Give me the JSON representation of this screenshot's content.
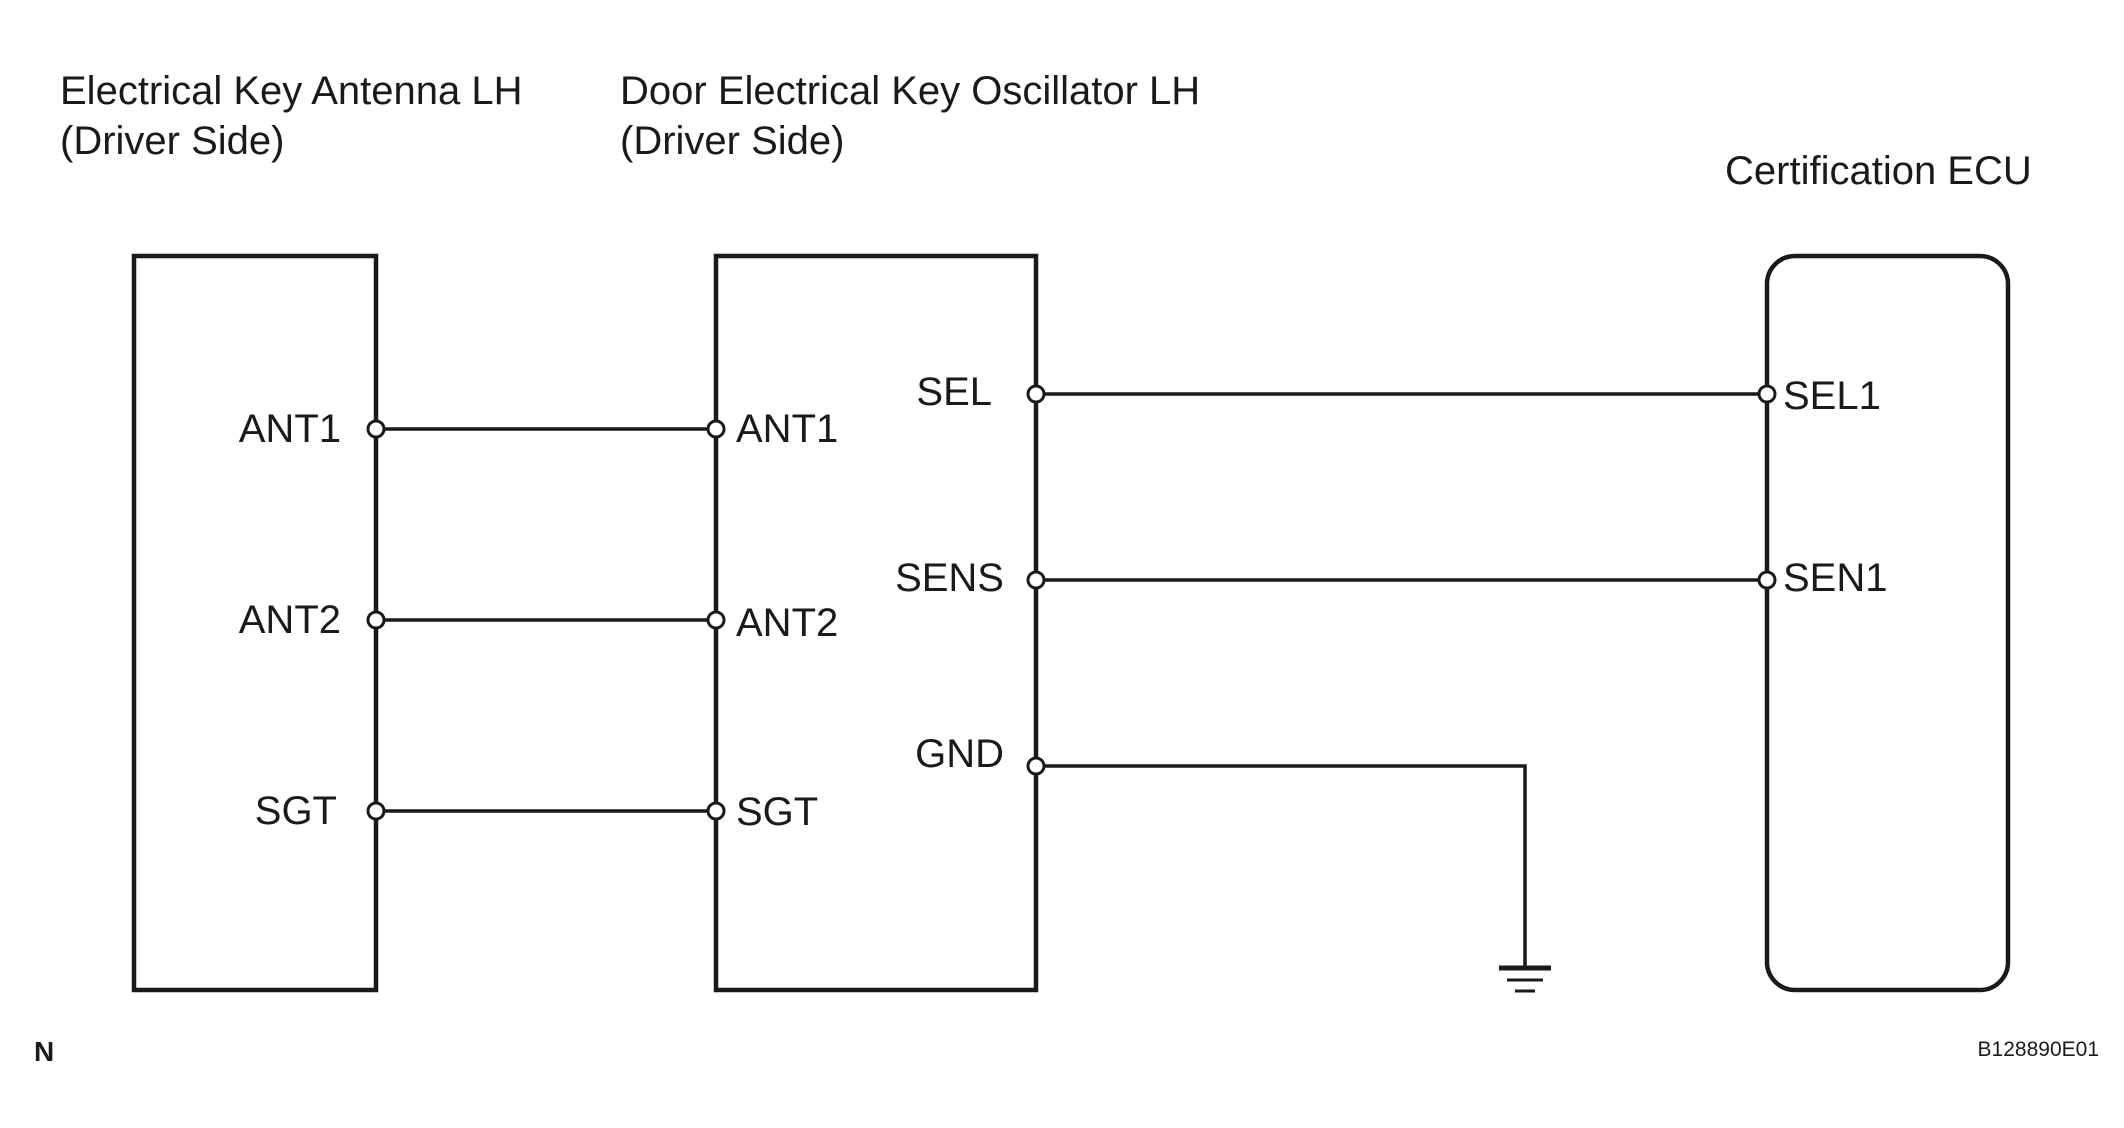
{
  "components": {
    "antenna": {
      "title_line1": "Electrical Key Antenna LH",
      "title_line2": "(Driver Side)",
      "pins": [
        "ANT1",
        "ANT2",
        "SGT"
      ]
    },
    "oscillator": {
      "title_line1": "Door Electrical Key Oscillator LH",
      "title_line2": "(Driver Side)",
      "left_pins": [
        "ANT1",
        "ANT2",
        "SGT"
      ],
      "right_pins": [
        "SEL",
        "SENS",
        "GND"
      ]
    },
    "ecu": {
      "title": "Certification ECU",
      "pins": [
        "SEL1",
        "SEN1"
      ]
    }
  },
  "connections": [
    {
      "from": "Electrical Key Antenna LH ANT1",
      "to": "Door Electrical Key Oscillator LH ANT1"
    },
    {
      "from": "Electrical Key Antenna LH ANT2",
      "to": "Door Electrical Key Oscillator LH ANT2"
    },
    {
      "from": "Electrical Key Antenna LH SGT",
      "to": "Door Electrical Key Oscillator LH SGT"
    },
    {
      "from": "Door Electrical Key Oscillator LH SEL",
      "to": "Certification ECU SEL1"
    },
    {
      "from": "Door Electrical Key Oscillator LH SENS",
      "to": "Certification ECU SEN1"
    },
    {
      "from": "Door Electrical Key Oscillator LH GND",
      "to": "ground"
    }
  ],
  "ground_icon": "ground-symbol-icon",
  "footer": {
    "note": "N",
    "code": "B128890E01"
  }
}
